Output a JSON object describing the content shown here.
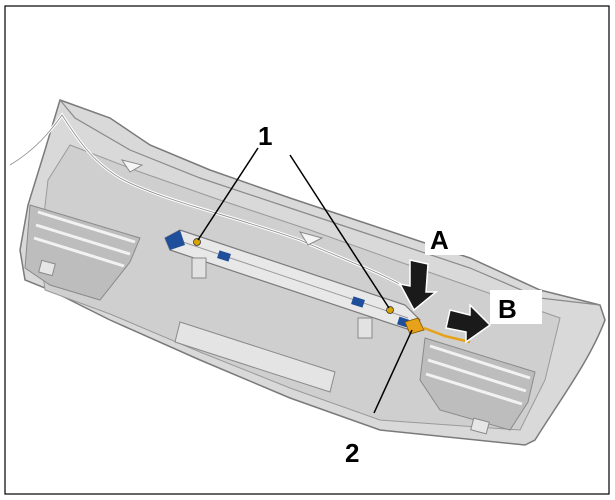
{
  "callouts": {
    "part_1": "1",
    "part_2": "2",
    "step_a": "A",
    "step_b": "B"
  },
  "colors": {
    "panel_light": "#dcdcdc",
    "panel_mid": "#c4c4c4",
    "panel_dark": "#a9a9a9",
    "outline": "#6f6f6f",
    "connector_blue": "#1f4f9a",
    "connector_orange": "#e8a21a",
    "arrow": "#1a1a1a"
  },
  "icons": {
    "arrow_a": "arrow-down-icon",
    "arrow_b": "arrow-right-icon"
  }
}
